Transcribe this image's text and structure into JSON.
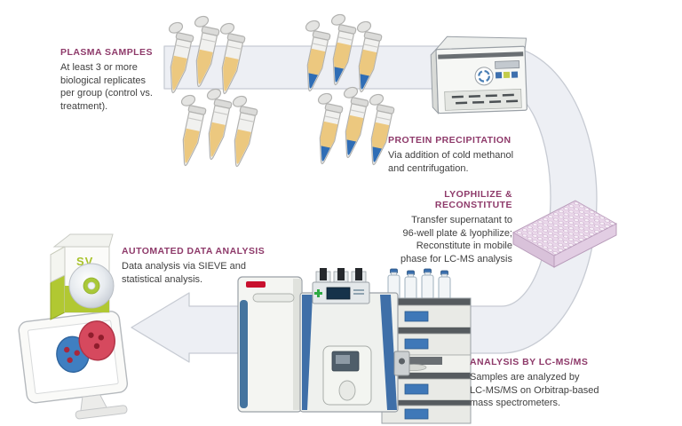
{
  "steps": {
    "plasma": {
      "heading": "PLASMA SAMPLES",
      "body": "At least 3 or more\nbiological replicates\nper group (control vs.\ntreatment)."
    },
    "precipitation": {
      "heading": "PROTEIN PRECIPITATION",
      "body": "Via addition of cold methanol\nand centrifugation."
    },
    "lyophilize": {
      "heading": "LYOPHILIZE & RECONSTITUTE",
      "body": "Transfer supernatant to\n96-well plate & lyophilize;\nReconstitute in mobile\nphase for LC-MS analysis"
    },
    "analysis": {
      "heading": "ANALYSIS BY LC-MS/MS",
      "body": "Samples are analyzed by\nLC-MS/MS on Orbitrap-based\nmass spectrometers."
    },
    "data_analysis": {
      "heading": "AUTOMATED DATA ANALYSIS",
      "body": "Data analysis via SIEVE and\nstatistical analysis."
    }
  },
  "software_label": "SV",
  "colors": {
    "heading": "#8e3a6a",
    "body_text": "#3f3f3f",
    "arrow_fill": "#edeff4",
    "arrow_stroke": "#c7cbd3",
    "plasma_liquid": "#ecc87f",
    "pellet_blue": "#2f6db5",
    "plate_pink": "#ead7ea",
    "software_green": "#b1c832",
    "screen_blue": "#3f78b8",
    "logo_red": "#c8102e",
    "cluster_blue": "#3f7fc1",
    "cluster_red": "#d6495e"
  }
}
